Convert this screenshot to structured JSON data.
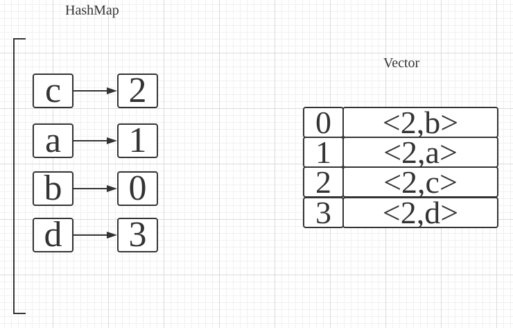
{
  "hashmap": {
    "title": "HashMap",
    "entries": [
      {
        "key": "c",
        "value": "2"
      },
      {
        "key": "a",
        "value": "1"
      },
      {
        "key": "b",
        "value": "0"
      },
      {
        "key": "d",
        "value": "3"
      }
    ]
  },
  "vector": {
    "title": "Vector",
    "rows": [
      {
        "index": "0",
        "value": "<2,b>"
      },
      {
        "index": "1",
        "value": "<2,a>"
      },
      {
        "index": "2",
        "value": "<2,c>"
      },
      {
        "index": "3",
        "value": "<2,d>"
      }
    ]
  }
}
